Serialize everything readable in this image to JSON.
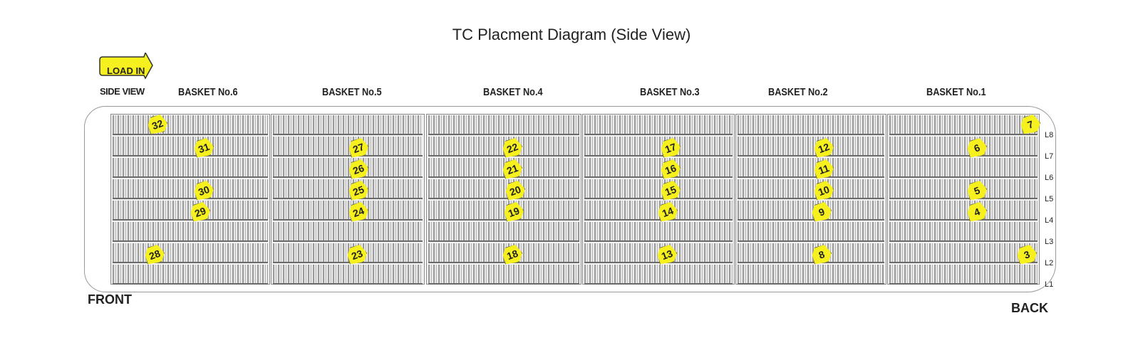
{
  "title": "TC Placment Diagram (Side View)",
  "load_in": {
    "label": "LOAD IN",
    "sub": "SIDE VIEW"
  },
  "baskets": [
    "BASKET No.6",
    "BASKET No.5",
    "BASKET No.4",
    "BASKET No.3",
    "BASKET No.2",
    "BASKET No.1"
  ],
  "levels": [
    "L8",
    "L7",
    "L6",
    "L5",
    "L4",
    "L3",
    "L2",
    "L1"
  ],
  "front": "FRONT",
  "back": "BACK",
  "tag_color": "#f5f01e",
  "tags": [
    {
      "n": "32",
      "basket": "BASKET No.6",
      "level": "L8"
    },
    {
      "n": "31",
      "basket": "BASKET No.6",
      "level": "L7"
    },
    {
      "n": "30",
      "basket": "BASKET No.6",
      "level": "L5"
    },
    {
      "n": "29",
      "basket": "BASKET No.6",
      "level": "L4"
    },
    {
      "n": "28",
      "basket": "BASKET No.6",
      "level": "L2"
    },
    {
      "n": "27",
      "basket": "BASKET No.5",
      "level": "L7"
    },
    {
      "n": "26",
      "basket": "BASKET No.5",
      "level": "L6"
    },
    {
      "n": "25",
      "basket": "BASKET No.5",
      "level": "L5"
    },
    {
      "n": "24",
      "basket": "BASKET No.5",
      "level": "L4"
    },
    {
      "n": "23",
      "basket": "BASKET No.5",
      "level": "L2"
    },
    {
      "n": "22",
      "basket": "BASKET No.4",
      "level": "L7"
    },
    {
      "n": "21",
      "basket": "BASKET No.4",
      "level": "L6"
    },
    {
      "n": "20",
      "basket": "BASKET No.4",
      "level": "L5"
    },
    {
      "n": "19",
      "basket": "BASKET No.4",
      "level": "L4"
    },
    {
      "n": "18",
      "basket": "BASKET No.4",
      "level": "L2"
    },
    {
      "n": "17",
      "basket": "BASKET No.3",
      "level": "L7"
    },
    {
      "n": "16",
      "basket": "BASKET No.3",
      "level": "L6"
    },
    {
      "n": "15",
      "basket": "BASKET No.3",
      "level": "L5"
    },
    {
      "n": "14",
      "basket": "BASKET No.3",
      "level": "L4"
    },
    {
      "n": "13",
      "basket": "BASKET No.3",
      "level": "L2"
    },
    {
      "n": "12",
      "basket": "BASKET No.2",
      "level": "L7"
    },
    {
      "n": "11",
      "basket": "BASKET No.2",
      "level": "L6"
    },
    {
      "n": "10",
      "basket": "BASKET No.2",
      "level": "L5"
    },
    {
      "n": "9",
      "basket": "BASKET No.2",
      "level": "L4"
    },
    {
      "n": "8",
      "basket": "BASKET No.2",
      "level": "L2"
    },
    {
      "n": "7",
      "basket": "BASKET No.1",
      "level": "L8"
    },
    {
      "n": "6",
      "basket": "BASKET No.1",
      "level": "L7"
    },
    {
      "n": "5",
      "basket": "BASKET No.1",
      "level": "L5"
    },
    {
      "n": "4",
      "basket": "BASKET No.1",
      "level": "L4"
    },
    {
      "n": "3",
      "basket": "BASKET No.1",
      "level": "L2"
    }
  ]
}
